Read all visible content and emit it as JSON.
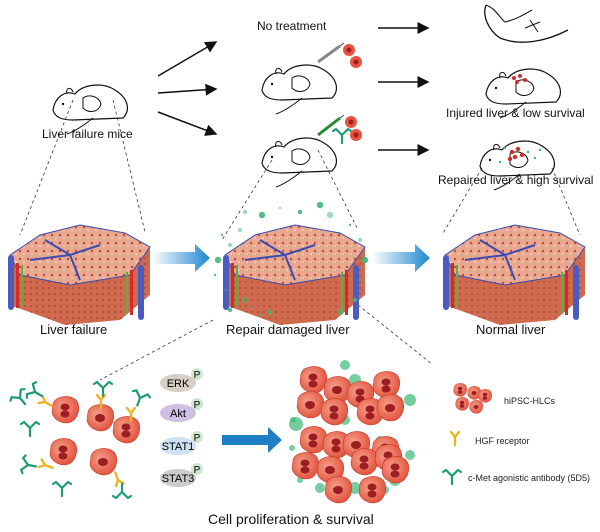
{
  "top": {
    "source_mouse_label": "Liver failure mice",
    "groups": [
      {
        "label": "No treatment",
        "outcome": ""
      },
      {
        "label": "",
        "outcome": "Injured liver & low survival"
      },
      {
        "label": "",
        "outcome": "Repaired liver & high survival"
      }
    ]
  },
  "middle": {
    "stages": [
      {
        "label": "Liver failure"
      },
      {
        "label": "Repair damaged liver"
      },
      {
        "label": "Normal liver"
      }
    ]
  },
  "bottom": {
    "kinases": [
      {
        "name": "ERK",
        "tag": "P",
        "color": "#d7cfc4"
      },
      {
        "name": "Akt",
        "tag": "P",
        "color": "#cfbfe3"
      },
      {
        "name": "STAT1",
        "tag": "P",
        "color": "#cfe0f3"
      },
      {
        "name": "STAT3",
        "tag": "P",
        "color": "#cccccc"
      }
    ],
    "caption": "Cell proliferation & survival"
  },
  "legend": {
    "items": [
      {
        "icon": "hepatocyte-cluster-icon",
        "label": "hiPSC-HLCs"
      },
      {
        "icon": "hgf-receptor-icon",
        "label": "HGF receptor",
        "color": "#f0b323"
      },
      {
        "icon": "antibody-icon",
        "label": "c-Met agonistic antibody (5D5)",
        "color": "#1f9a78"
      }
    ]
  },
  "colors": {
    "cell": "#e8533f",
    "nucleus": "#9c1d22",
    "vessel": "#4a5cc0",
    "tissue": "#c9644a",
    "arrow": "#2f8fd0",
    "dots": "#3cb878"
  }
}
